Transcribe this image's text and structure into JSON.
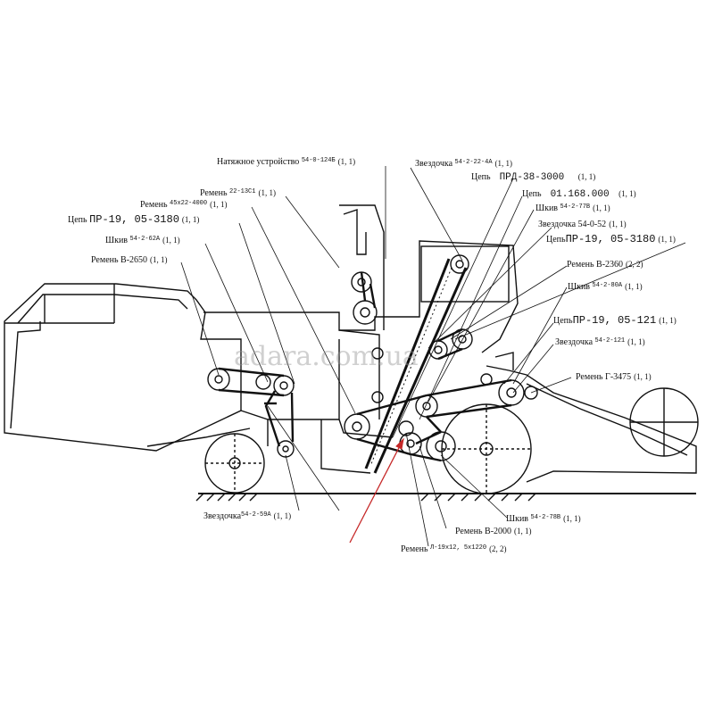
{
  "watermark": "adara.com.ua",
  "labels": [
    {
      "id": "tensioner",
      "name": "Натяжное устройство",
      "code": "54-0-124Б",
      "count": "(1, 1)"
    },
    {
      "id": "sprocket_top",
      "name": "Звездочка",
      "code": "54-2-22-4А",
      "count": "(1, 1)"
    },
    {
      "id": "chain_prd",
      "name": "Цепь",
      "code": "ПРД-38-3000",
      "count": "(1, 1)"
    },
    {
      "id": "belt_22",
      "name": "Ремень",
      "code": "22-13С1",
      "count": "(1, 1)"
    },
    {
      "id": "chain_01",
      "name": "Цепь",
      "code": "01.168.000",
      "count": "(1, 1)"
    },
    {
      "id": "belt_45",
      "name": "Ремень",
      "code": "45х22-4000",
      "count": "(1, 1)"
    },
    {
      "id": "pulley_77",
      "name": "Шкив",
      "code": "54-2-77В",
      "count": "(1, 1)"
    },
    {
      "id": "chain_pr_left",
      "name": "Цепь",
      "code": "ПР-19, 05-3180",
      "count": "(1, 1)"
    },
    {
      "id": "sprocket_052",
      "name": "Звездочка",
      "code": "54-0-52",
      "count": "(1, 1)"
    },
    {
      "id": "pulley_62",
      "name": "Шкив",
      "code": "54-2-62А",
      "count": "(1, 1)"
    },
    {
      "id": "chain_pr_right",
      "name": "Цепь",
      "code": "ПР-19, 05-3180",
      "count": "(1, 1)"
    },
    {
      "id": "belt_b2650",
      "name": "Ремень",
      "code": "В-2650",
      "count": "(1, 1)"
    },
    {
      "id": "belt_b2360",
      "name": "Ремень",
      "code": "В-2360",
      "count": "(2, 2)"
    },
    {
      "id": "pulley_80",
      "name": "Шкив",
      "code": "54-2-80А",
      "count": "(1, 1)"
    },
    {
      "id": "chain_121",
      "name": "Цепь",
      "code": "ПР-19, 05-121",
      "count": "(1, 1)"
    },
    {
      "id": "sprocket_121",
      "name": "Звездочка",
      "code": "54-2-121",
      "count": "(1, 1)"
    },
    {
      "id": "belt_g3475",
      "name": "Ремень",
      "code": "Г-3475",
      "count": "(1, 1)"
    },
    {
      "id": "sprocket_59",
      "name": "Звездочка",
      "code": "54-2-59А",
      "count": "(1, 1)"
    },
    {
      "id": "pulley_78",
      "name": "Шкив",
      "code": "54-2-78В",
      "count": "(1, 1)"
    },
    {
      "id": "belt_b2000",
      "name": "Ремень",
      "code": "В-2000",
      "count": "(1, 1)"
    },
    {
      "id": "belt_l19",
      "name": "Ремень",
      "code": "Л-19х12, 5х1220",
      "count": "(2, 2)"
    }
  ]
}
